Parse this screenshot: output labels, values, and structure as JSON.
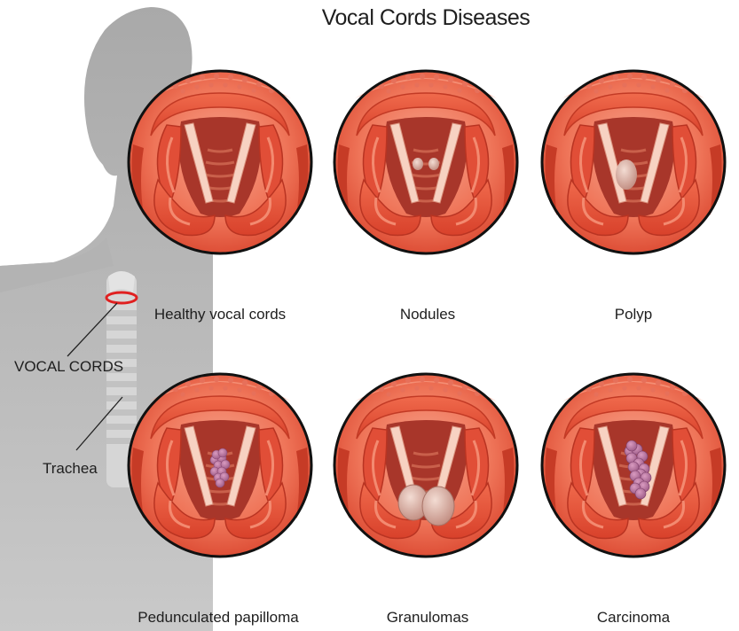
{
  "title": "Vocal Cords Diseases",
  "side_labels": {
    "vocal_cords": "VOCAL CORDS",
    "trachea": "Trachea"
  },
  "panels": [
    {
      "label": "Healthy vocal cords",
      "lesion": "none"
    },
    {
      "label": "Nodules",
      "lesion": "nodules"
    },
    {
      "label": "Polyp",
      "lesion": "polyp"
    },
    {
      "label": "Pedunculated papilloma",
      "lesion": "papilloma"
    },
    {
      "label": "Granulomas",
      "lesion": "granulomas"
    },
    {
      "label": "Carcinoma",
      "lesion": "carcinoma"
    }
  ],
  "colors": {
    "silhouette": "#b9b9b9",
    "tissue": "#e8553f",
    "tissue_light": "#f59a82",
    "outline": "#1a1a1a",
    "highlight_ring": "#e02020"
  }
}
